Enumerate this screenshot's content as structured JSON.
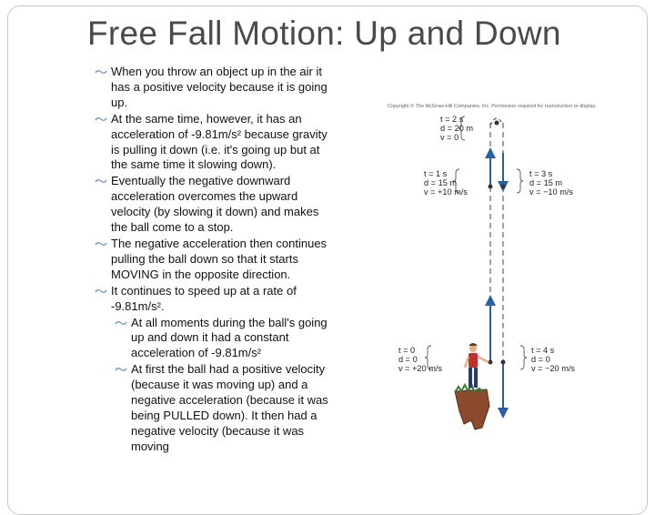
{
  "slide": {
    "title": "Free Fall Motion:  Up and Down",
    "bullets": [
      "When you throw an object up in the air it has a positive velocity because it is going up.",
      "At the same time, however, it has an acceleration of -9.81m/s² because gravity is pulling it down (i.e. it's going up but at the same time it slowing down).",
      "Eventually the negative downward acceleration overcomes the upward velocity (by slowing it down) and makes the ball come to a stop.",
      "The negative acceleration then continues pulling the ball down so that it starts MOVING in the opposite direction.",
      "It continues to speed up at a rate of -9.81m/s²."
    ],
    "sub_bullets": [
      "At all moments during the ball's going up and down it had a constant acceleration of -9.81m/s²",
      "At first the ball had a positive velocity (because it was moving up) and a negative acceleration (because it was being PULLED down).  It then had a negative velocity (because it was moving"
    ]
  },
  "figure": {
    "copyright": "Copyright © The McGraw-Hill Companies, Inc. Permission required for reproduction or display.",
    "top": {
      "t": "t  =  2 s",
      "d": "d  =  20 m",
      "v": "v  =  0"
    },
    "up_mid": {
      "t": "t  =  1 s",
      "d": "d  =  15 m",
      "v": "v  =  +10 m/s"
    },
    "down_mid": {
      "t": "t  =  3 s",
      "d": "d  =  15 m",
      "v": "v  =  −10 m/s"
    },
    "start": {
      "t": "t  =  0",
      "d": "d  =  0",
      "v": "v  =  +20 m/s"
    },
    "end": {
      "t": "t  =  4 s",
      "d": "d  =  0",
      "v": "v  =  −20 m/s"
    }
  },
  "colors": {
    "title": "#4a4a4a",
    "bullet_glyph": "#7a9cc0",
    "arrow": "#2b5ea7"
  }
}
